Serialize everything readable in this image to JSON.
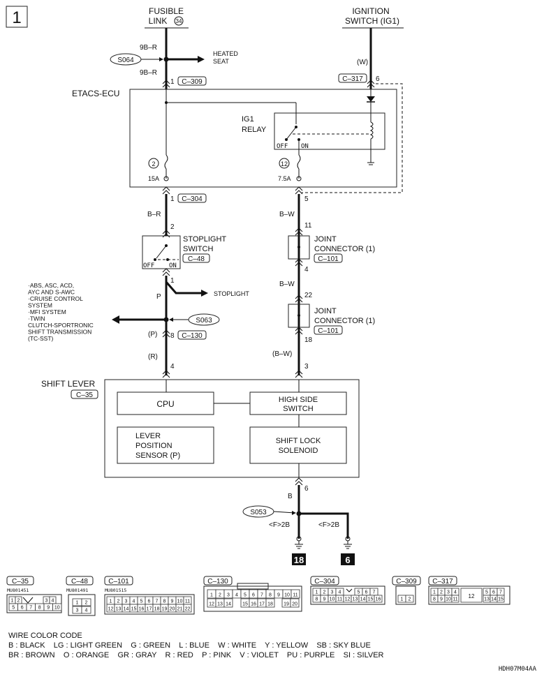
{
  "page_number": "1",
  "fusible_link": {
    "line1": "FUSIBLE",
    "line2": "LINK",
    "number": "34"
  },
  "ignition_switch": {
    "line1": "IGNITION",
    "line2": "SWITCH (IG1)"
  },
  "splice_s064": "S064",
  "heated_seat": {
    "line1": "HEATED",
    "line2": "SEAT"
  },
  "wire_9b_r_top": "9B–R",
  "wire_9b_r_bottom": "9B–R",
  "c309_pin": "1",
  "c309_label": "C–309",
  "ig_wire_color": "(W)",
  "c317_label": "C–317",
  "c317_pin": "6",
  "etacs_ecu": "ETACS-ECU",
  "ig1_relay": {
    "line1": "IG1",
    "line2": "RELAY",
    "off": "OFF",
    "on": "ON"
  },
  "fuse_2": {
    "num": "2",
    "amp": "15A"
  },
  "fuse_12": {
    "num": "12",
    "amp": "7.5A"
  },
  "c304_pin1": "1",
  "c304_label": "C–304",
  "c304_pin5": "5",
  "wire_b_r": "B–R",
  "wire_b_w_1": "B–W",
  "stoplight_switch": {
    "line1": "STOPLIGHT",
    "line2": "SWITCH",
    "conn": "C–48",
    "pin_in": "2",
    "pin_out": "1",
    "off": "OFF",
    "on": "ON"
  },
  "jc1_top": {
    "line1": "JOINT",
    "line2": "CONNECTOR (1)",
    "conn": "C–101",
    "pin_in": "11",
    "pin_out": "4"
  },
  "jc1_bottom": {
    "line1": "JOINT",
    "line2": "CONNECTOR (1)",
    "conn": "C–101",
    "pin_in": "22",
    "pin_out": "18"
  },
  "stoplight": "STOPLIGHT",
  "wire_p": "P",
  "wire_b_w_2": "B–W",
  "systems_list": [
    "·ABS, ASC, ACD,",
    " AYC AND S-AWC",
    "·CRUISE CONTROL",
    " SYSTEM",
    "·MFI SYSTEM",
    "·TWIN",
    " CLUTCH-SPORTRONIC",
    " SHIFT TRANSMISSION",
    " (TC-SST)"
  ],
  "splice_s063": "S063",
  "wire_p_paren": "(P)",
  "c130_pin": "8",
  "c130_label": "C–130",
  "wire_r_paren": "(R)",
  "wire_b_w_paren": "(B–W)",
  "shift_lever_pin4": "4",
  "shift_lever_pin3": "3",
  "shift_lever": {
    "title": "SHIFT LEVER",
    "conn": "C–35"
  },
  "cpu": "CPU",
  "high_side_switch": {
    "line1": "HIGH SIDE",
    "line2": "SWITCH"
  },
  "lever_position_sensor": {
    "line1": "LEVER",
    "line2": "POSITION",
    "line3": "SENSOR (P)"
  },
  "shift_lock_solenoid": {
    "line1": "SHIFT LOCK",
    "line2": "SOLENOID"
  },
  "ground_pin": "6",
  "wire_b": "B",
  "splice_s053": "S053",
  "ground_left_label": "<F>2B",
  "ground_right_label": "<F>2B",
  "ground_ref_left": "18",
  "ground_ref_right": "6",
  "connector_views": [
    {
      "label": "C–35",
      "part": "MU801451"
    },
    {
      "label": "C–48",
      "part": "MU801491"
    },
    {
      "label": "C–101",
      "part": "MU801515"
    },
    {
      "label": "C–130",
      "part": ""
    },
    {
      "label": "C–304",
      "part": ""
    },
    {
      "label": "C–309",
      "part": ""
    },
    {
      "label": "C–317",
      "part": ""
    }
  ],
  "c35_pins": [
    "1",
    "2",
    "3",
    "4",
    "5",
    "6",
    "7",
    "8",
    "9",
    "10"
  ],
  "c48_pins": [
    "1",
    "2",
    "3",
    "4"
  ],
  "c101_row1": [
    "1",
    "2",
    "3",
    "4",
    "5",
    "6",
    "7",
    "8",
    "9",
    "10",
    "11"
  ],
  "c101_row2": [
    "12",
    "13",
    "14",
    "15",
    "16",
    "17",
    "18",
    "19",
    "20",
    "21",
    "22"
  ],
  "c130_row1": [
    "1",
    "2",
    "3",
    "4",
    "5",
    "6",
    "7",
    "8",
    "9",
    "10",
    "11"
  ],
  "c130_row2": [
    "12",
    "13",
    "14",
    "15",
    "16",
    "17",
    "18",
    "19",
    "20"
  ],
  "c304_row1": [
    "1",
    "2",
    "3",
    "4",
    "5",
    "6",
    "7"
  ],
  "c304_row2": [
    "8",
    "9",
    "10",
    "11",
    "12",
    "13",
    "14",
    "15",
    "16"
  ],
  "c309_pins": [
    "1",
    "2"
  ],
  "c317_row1": [
    "1",
    "2",
    "3",
    "4",
    "5",
    "6",
    "7"
  ],
  "c317_row2": [
    "8",
    "9",
    "10",
    "11",
    "12",
    "13",
    "14",
    "15"
  ],
  "wire_color_code": {
    "title": "WIRE COLOR CODE",
    "line1": "B : BLACK    LG : LIGHT GREEN    G : GREEN    L : BLUE    W : WHITE    Y : YELLOW    SB : SKY BLUE",
    "line2": "BR : BROWN    O : ORANGE    GR : GRAY    R : RED    P : PINK    V : VIOLET    PU : PURPLE    SI : SILVER"
  },
  "drawing_code": "HDH07M04AA"
}
